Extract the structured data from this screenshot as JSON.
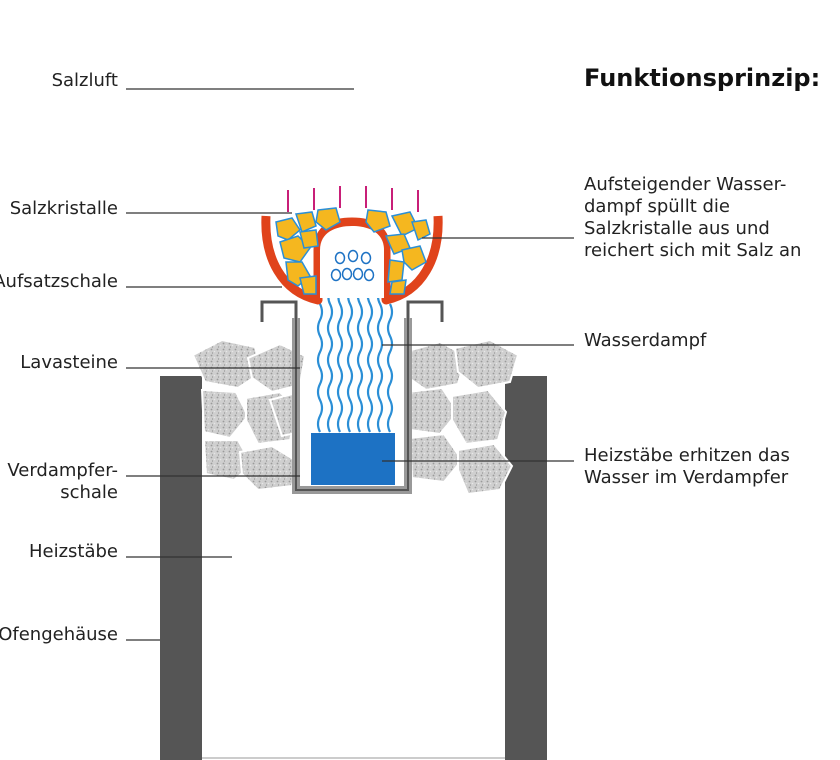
{
  "title": "Funktionsprinzip:",
  "labels": {
    "salzluft": "Salzluft",
    "salzkristalle": "Salzkristalle",
    "aufsatzschale": "Aufsatzschale",
    "lavasteine": "Lavasteine",
    "verdampferschale": "Verdampfer-\nschale",
    "heizstaebe": "Heizstäbe",
    "ofengehaeuse": "Ofengehäuse"
  },
  "descriptions": {
    "aufsteigender_dampf": "Aufsteigender Wasser-\ndampf spüllt die\nSalzkristalle aus und\nreichert sich mit Salz an",
    "wasserdampf": "Wasserdampf",
    "heizstaebe_erhitzen": "Heizstäbe erhitzen das\nWasser im Verdampfer"
  },
  "colors": {
    "housing": "#555555",
    "water": "#1d72c4",
    "steam": "#2b8fd6",
    "bowl": "#e0431b",
    "crystal": "#f5b71f",
    "rod_edge": "#e8101a",
    "rod_core": "#f7a81a",
    "salt_air": "#d0287a",
    "heat_air": "#e8401a",
    "stone": "#c8c8c8"
  }
}
